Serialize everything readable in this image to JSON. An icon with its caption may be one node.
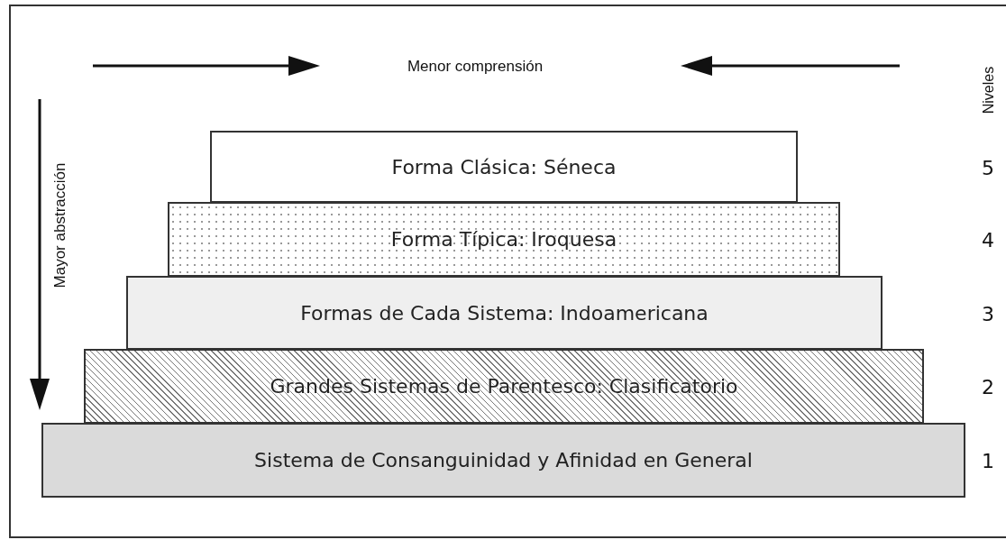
{
  "diagram": {
    "nodes": [
      {
        "text": [
          "Forma Clásica: Séneca"
        ]
      },
      {
        "text": [
          "Forma Típica: Iroquesa"
        ]
      },
      {
        "text": [
          "Formas de Cada Sistema: Indoamericana"
        ]
      },
      {
        "text": [
          "Grandes Sistemas de Parentesco: Clasificatorio"
        ]
      },
      {
        "text": [
          "Sistema de Consanguinidad y Afinidad en General"
        ]
      }
    ],
    "labels": [
      "Menor comprensión",
      "Niveles",
      "Mayor abstracción",
      "5",
      "4",
      "3",
      "2",
      "1"
    ]
  }
}
